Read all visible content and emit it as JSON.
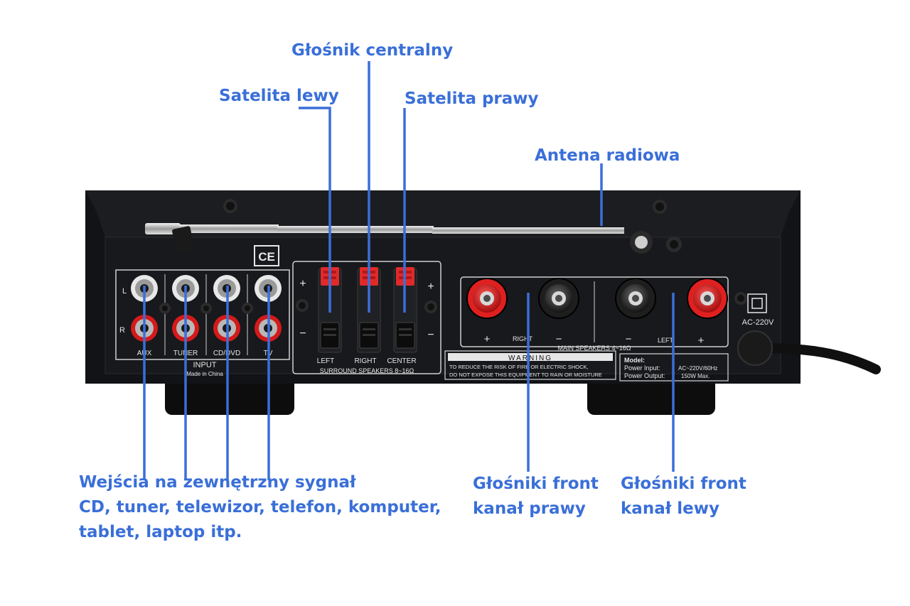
{
  "labels": {
    "center": "Głośnik centralny",
    "left_sat": "Satelita lewy",
    "right_sat": "Satelita prawy",
    "antenna": "Antena radiowa",
    "inputs": [
      "Wejścia na zewnętrzny sygnał",
      "CD, tuner, telewizor, telefon, komputer,",
      "tablet, laptop itp."
    ],
    "front_right": [
      "Głośniki front",
      "kanał prawy"
    ],
    "front_left": [
      "Głośniki front",
      "kanał lewy"
    ]
  },
  "panel": {
    "ce_mark": "CE",
    "channel_l": "L",
    "channel_r": "R",
    "inputs": [
      "AUX",
      "TUNER",
      "CD/DVD",
      "TV"
    ],
    "input_title": "INPUT",
    "made_in": "Made in China",
    "surround_plus": "+",
    "surround_minus": "−",
    "surround_channels": [
      "LEFT",
      "RIGHT",
      "CENTER"
    ],
    "surround_title": "SURROUND SPEAKERS 8~16Ω",
    "main_plus": "+",
    "main_minus": "−",
    "main_right": "RIGHT",
    "main_left": "LEFT",
    "main_title": "MAIN SPEAKERS 4~16Ω",
    "warning_title": "WARNING",
    "warning_lines": [
      "TO REDUCE THE RISK OF FIRE OR ELECTRIC SHOCK,",
      "DO NOT EXPOSE THIS EQUIPMENT TO RAIN OR MOISTURE"
    ],
    "model_title": "Model:",
    "power_input_label": "Power Input:",
    "power_input_value": "AC~220V/60Hz",
    "power_output_label": "Power Output:",
    "power_output_value": "150W Max.",
    "ac_label": "AC-220V"
  },
  "colors": {
    "annotation": "#3a6fd8",
    "chassis": "#16171a",
    "rca_red": "#d41a1a",
    "binding_red": "#e02020"
  }
}
